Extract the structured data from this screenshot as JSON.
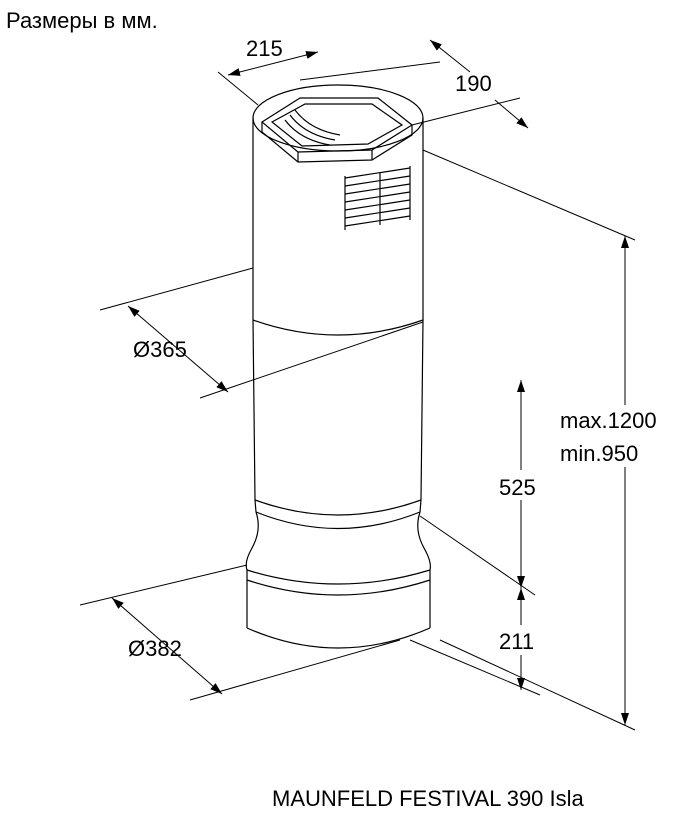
{
  "title": "Размеры в мм.",
  "footer": "MAUNFELD FESTIVAL 390 Isla",
  "dimensions": {
    "top_width": "215",
    "top_depth": "190",
    "upper_diameter": "Ø365",
    "lower_diameter": "Ø382",
    "lower_height": "525",
    "base_height": "211",
    "total_max": "max.1200",
    "total_min": "min.950"
  }
}
